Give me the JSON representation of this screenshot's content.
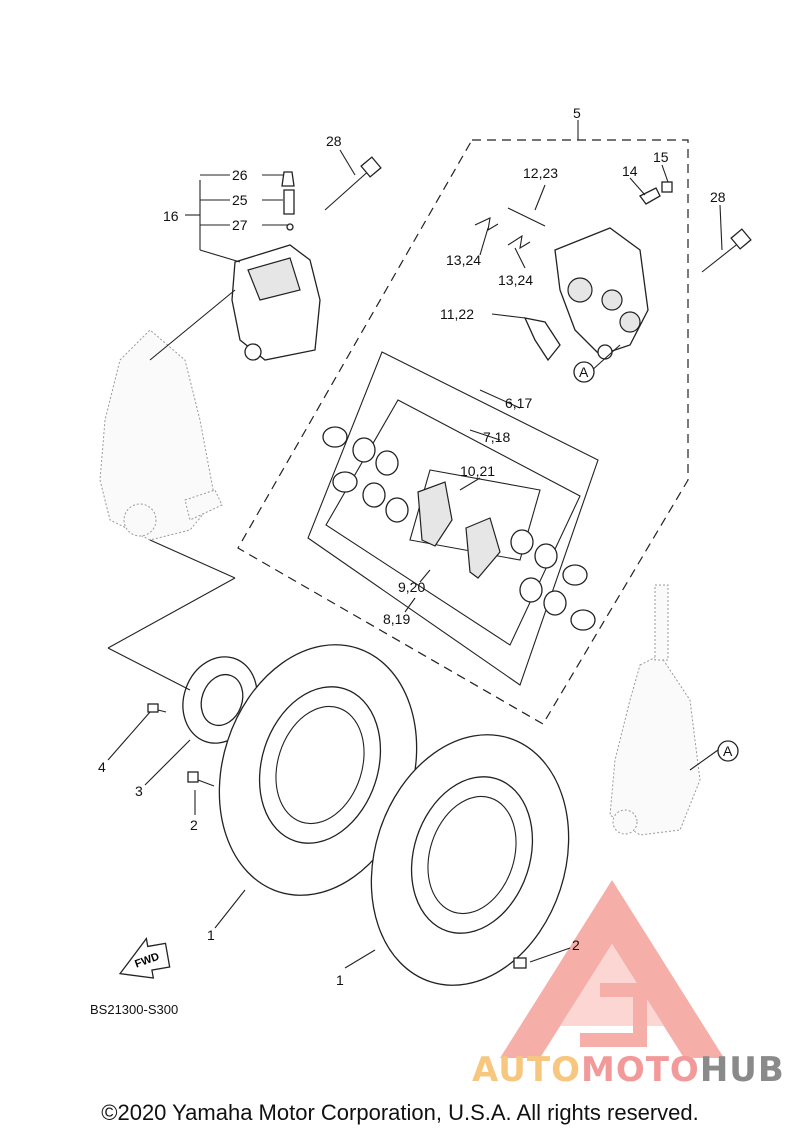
{
  "diagram": {
    "code": "BS21300-S300",
    "fwd_label": "FWD",
    "copyright": "©2020 Yamaha Motor Corporation, U.S.A. All rights reserved.",
    "callouts": {
      "c1a": "1",
      "c1b": "1",
      "c2a": "2",
      "c2b": "2",
      "c3": "3",
      "c4": "4",
      "c5": "5",
      "c6_17": "6,17",
      "c7_18": "7,18",
      "c8_19": "8,19",
      "c9_20": "9,20",
      "c10_21": "10,21",
      "c11_22": "11,22",
      "c12_23": "12,23",
      "c13_24a": "13,24",
      "c13_24b": "13,24",
      "c14": "14",
      "c15": "15",
      "c16": "16",
      "c25": "25",
      "c26": "26",
      "c27": "27",
      "c28a": "28",
      "c28b": "28",
      "refA1": "A",
      "refA2": "A"
    }
  },
  "watermark": {
    "part1": "AUTO",
    "part2": "MOTO",
    "part3": "HUB",
    "colors": {
      "auto": "#f7c77f",
      "moto": "#f29a9a",
      "hub": "#8a8a8a",
      "logo": "#f5a09a"
    }
  }
}
